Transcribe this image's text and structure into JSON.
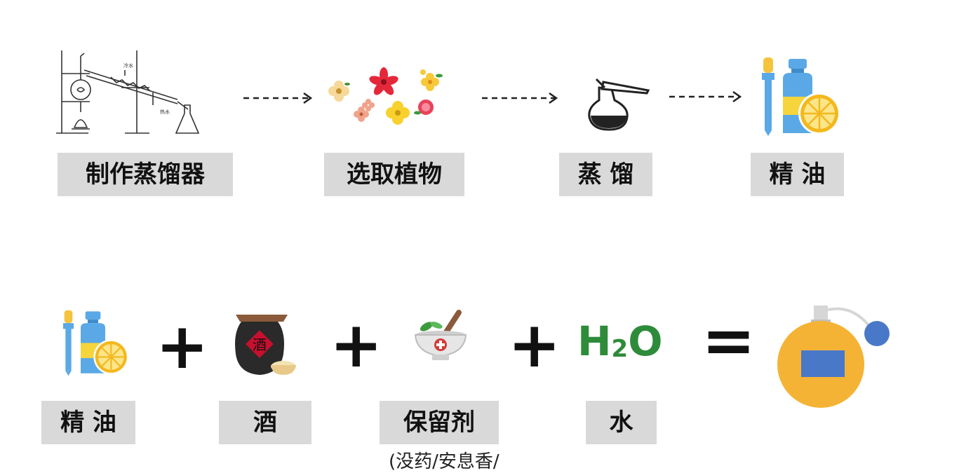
{
  "top_row": {
    "steps": [
      {
        "label": "制作蒸馏器",
        "icon": "distillation-apparatus-icon"
      },
      {
        "label": "选取植物",
        "icon": "flowers-icon"
      },
      {
        "label": "蒸 馏",
        "icon": "retort-flask-icon"
      },
      {
        "label": "精 油",
        "icon": "essential-oil-bottle-icon"
      }
    ],
    "apparatus_marks": [
      "冷水",
      "热水"
    ]
  },
  "bottom_row": {
    "ingredients": [
      {
        "label": "精 油",
        "icon": "essential-oil-bottle-icon"
      },
      {
        "label": "酒",
        "icon": "wine-jar-icon",
        "jar_text": "酒"
      },
      {
        "label": "保留剂",
        "icon": "mortar-pestle-icon",
        "note": "(没药/安息香/"
      },
      {
        "label": "水",
        "icon": "water-formula",
        "formula": "H",
        "formula_sub": "2",
        "formula_end": "O"
      }
    ],
    "operators": [
      "+",
      "+",
      "+",
      "="
    ],
    "result_icon": "perfume-bottle-icon"
  },
  "colors": {
    "label_bg": "#d9d9d9",
    "formula_green": "#2e8b3a",
    "bottle_blue": "#5aa9e6",
    "bottle_yellow": "#f6d43c",
    "lemon": "#f4b81c",
    "perfume_orange": "#f5b335",
    "perfume_blue": "#4a78c8",
    "jar_dark": "#2a2a2a",
    "jar_red": "#c8102e"
  }
}
